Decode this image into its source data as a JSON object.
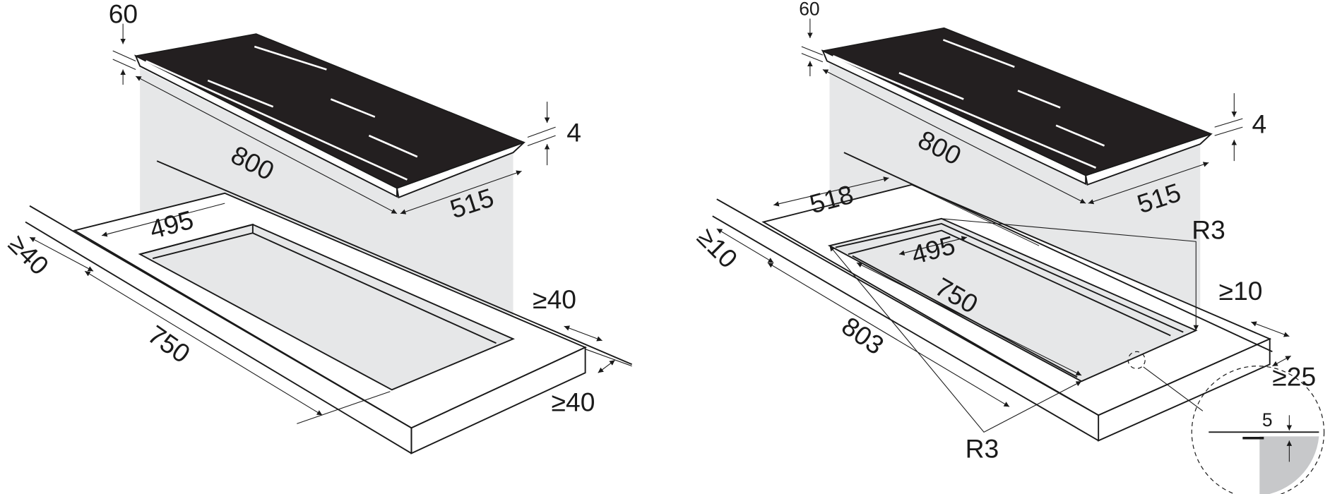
{
  "left_drawing": {
    "hob_depth_offset": "60",
    "hob_length": "800",
    "hob_width": "515",
    "glass_thickness": "4",
    "cutout_width": "495",
    "cutout_length": "750",
    "front_clearance": "≥40",
    "side_clearance": "≥40",
    "back_clearance": "≥40"
  },
  "right_drawing": {
    "hob_depth_offset": "60",
    "hob_length": "800",
    "hob_width": "515",
    "glass_thickness": "4",
    "recess_width": "518",
    "cutout_width": "495",
    "cutout_length": "750",
    "recess_length": "803",
    "front_clearance": "≥10",
    "side_clearance": "≥10",
    "back_clearance": "≥25",
    "radius_top": "R3",
    "radius_bottom": "R3",
    "recess_depth": "5"
  },
  "colors": {
    "hob_glass": "#231f20",
    "projection": "#e6e7e8",
    "line": "#1a1a1a"
  }
}
